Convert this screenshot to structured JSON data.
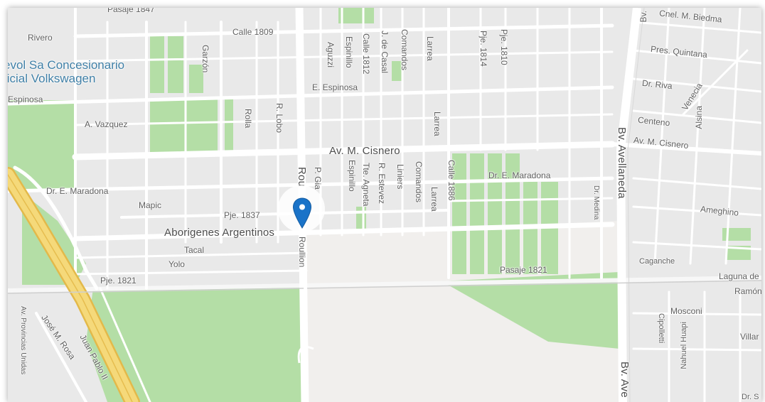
{
  "map": {
    "colors": {
      "land": "#e9e9e9",
      "road": "#ffffff",
      "park": "#b4dea6",
      "highway": "#f2cf6a",
      "pin": "#1a73c8"
    },
    "poi": {
      "line1": "evol Sa Concesionario",
      "line2": "ficial Volkswagen"
    },
    "labels": {
      "pasaje_1847": "Pasaje 1847",
      "rivero": "Rivero",
      "calle_1809": "Calle 1809",
      "garzon": "Garzón",
      "aguzzi": "Aguzzi",
      "espinillo_top": "Espinillo",
      "calle_1812": "Calle 1812",
      "j_de_casal": "J. de Casal",
      "comandos_top": "Comandos",
      "larrea_top": "Larrea",
      "pje_1814": "Pje. 1814",
      "pje_1810": "Pje. 1810",
      "e_espinosa": "E. Espinosa",
      "espinosa": "Espinosa",
      "rolla": "Rolla",
      "r_lobo": "R. Lobo",
      "larrea_mid": "Larrea",
      "a_vazquez": "A. Vazquez",
      "av_cisnero": "Av. M. Cisnero",
      "roullion_top": "Rou",
      "p_gia": "P. Gia",
      "espinillo_mid": "Espinillo",
      "tte_agneta": "Tte. Agneta",
      "r_estevez": "R. Estevez",
      "liniers": "Liniers",
      "comandos_mid": "Comandos",
      "larrea_low": "Larrea",
      "calle_1886": "Calle 1886",
      "dr_maradona_right": "Dr. E. Maradona",
      "dr_maradona_left": "Dr. E. Maradona",
      "mapic": "Mapic",
      "pje_1837": "Pje. 1837",
      "aborigenes": "Aborigenes Argentinos",
      "tacal": "Tacal",
      "yolo": "Yolo",
      "roullion": "Roullion",
      "pje_1821": "Pje. 1821",
      "pasaje_1821": "Pasaje 1821",
      "dr_medina": "Dr. Medina",
      "juan_pablo": "Juan Pablo II",
      "jose_rosa": "José M. Rosa",
      "av_provincias": "Av. Provincias Unidas",
      "bv_avellaneda": "Bv. Avellaneda",
      "bv_ave_low": "Bv. Ave",
      "bv_top": "Bv.",
      "cnel_biedma": "Cnel. M. Biedma",
      "pres_quintana": "Pres. Quintana",
      "dr_riva": "Dr. Riva",
      "venecia": "Venecia",
      "alsina": "Alsina",
      "centeno": "Centeno",
      "av_cisnero_right": "Av. M. Cisnero",
      "ameghino": "Ameghino",
      "caganche": "Caganche",
      "laguna": "Laguna de",
      "ramon": "Ramón",
      "mosconi": "Mosconi",
      "cipolletti": "Cipolletti",
      "nahuel": "Nahuel Huapi",
      "villar": "Villar",
      "dr_s": "Dr. S"
    },
    "marker": {
      "icon": "location-pin-icon"
    }
  }
}
